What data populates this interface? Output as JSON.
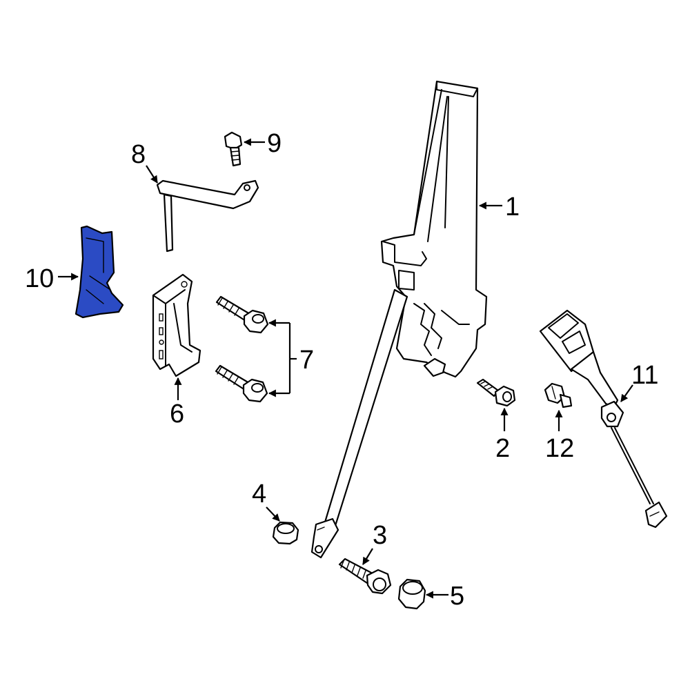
{
  "highlight_color": "#2b4bc4",
  "callouts": [
    {
      "id": "1",
      "text": "1"
    },
    {
      "id": "2",
      "text": "2"
    },
    {
      "id": "3",
      "text": "3"
    },
    {
      "id": "4",
      "text": "4"
    },
    {
      "id": "5",
      "text": "5"
    },
    {
      "id": "6",
      "text": "6"
    },
    {
      "id": "7",
      "text": "7"
    },
    {
      "id": "8",
      "text": "8"
    },
    {
      "id": "9",
      "text": "9"
    },
    {
      "id": "10",
      "text": "10"
    },
    {
      "id": "11",
      "text": "11"
    },
    {
      "id": "12",
      "text": "12"
    }
  ]
}
